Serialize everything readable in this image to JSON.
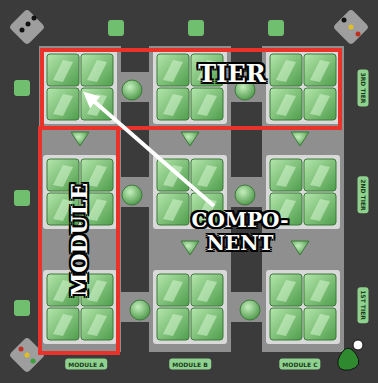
{
  "diagram": {
    "nodes": [
      {
        "text": [
          "TIER"
        ]
      },
      {
        "text": [
          "MODULE"
        ]
      }
    ],
    "labels": [
      "COMPO- NENT",
      "MODULE A",
      "MODULE B",
      "MODULE C",
      "3RD TIER",
      "2ND TIER",
      "1ST TIER"
    ]
  }
}
